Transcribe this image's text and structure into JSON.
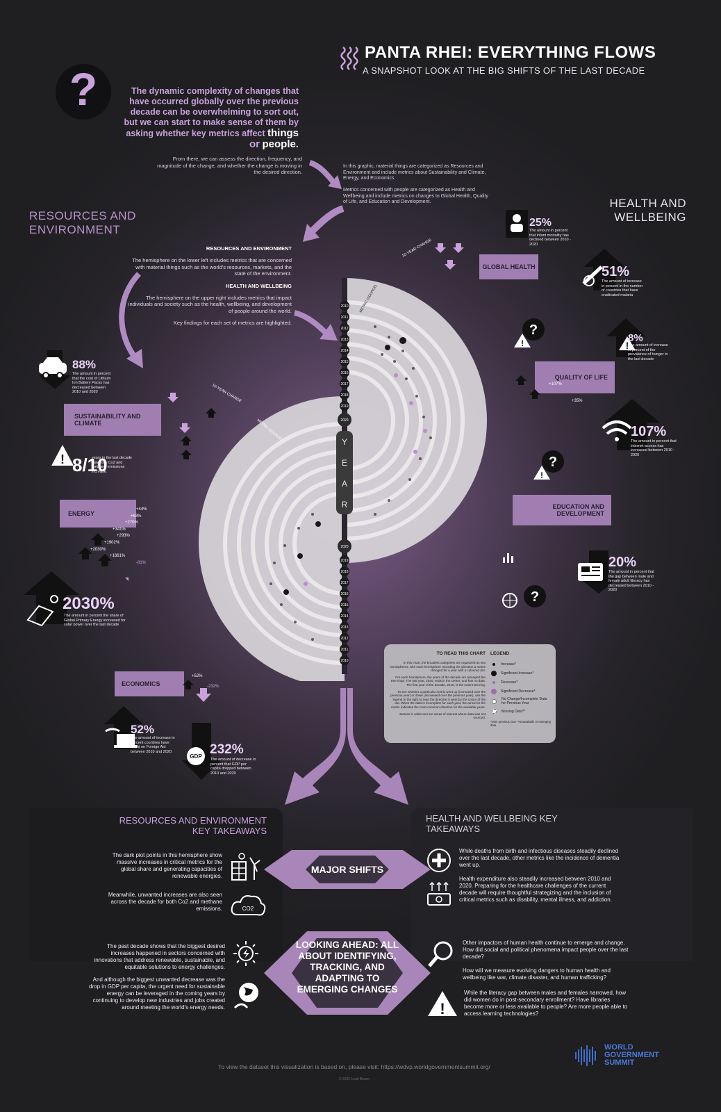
{
  "header": {
    "title": "PANTA RHEI: EVERYTHING FLOWS",
    "subtitle": "A SNAPSHOT LOOK AT THE BIG SHIFTS OF THE LAST DECADE"
  },
  "intro": {
    "lead": "The dynamic complexity of changes that have occurred globally over the previous decade can be overwhelming to sort out, but we can start to make sense of them by asking whether key metrics affect",
    "things": "things",
    "or": "or",
    "people": "people",
    "period": ".",
    "assess": "From there, we can assess the direction, frequency, and magnitude of the change, and whether the change is moving in the desired direction.",
    "things_def": "In this graphic, material things are categorized as Resources and Environment and include metrics about Sustainability and Climate, Energy, and Economics.",
    "people_def": "Metrics concerned with people are categorized as Health and Wellbeing and include metrics on changes to Global Health, Quality of Life, and Education and Development."
  },
  "hemispheres": {
    "left_title": "RESOURCES AND ENVIRONMENT",
    "right_title": "HEALTH AND WELLBEING",
    "re_heading": "RESOURCES AND ENVIRONMENT",
    "re_text": "The hemisphere on the lower left includes metrics that are concerned with material things such as the world's resources, markets, and the state of the environment.",
    "hw_heading": "HEALTH AND WELLBEING",
    "hw_text": "The hemisphere on the upper right includes metrics that impact individuals and society such as the health, wellbeing, and development of people around the world.",
    "key_findings": "Key findings for each set of metrics are highlighted."
  },
  "categories": {
    "global_health": "GLOBAL HEALTH",
    "quality_of_life": "QUALITY OF LIFE",
    "education": "EDUCATION AND DEVELOPMENT",
    "sustainability": "SUSTAINABILITY AND CLIMATE",
    "energy": "ENERGY",
    "economics": "ECONOMICS"
  },
  "chart_labels": {
    "ten_year_change": "10-YEAR CHANGE",
    "metric_source": "METRIC (SOURCE)",
    "year_letters": [
      "Y",
      "E",
      "A",
      "R"
    ]
  },
  "years_top": [
    "2010",
    "2011",
    "2012",
    "2013",
    "2014",
    "2015",
    "2016",
    "2017",
    "2018",
    "2019",
    "2020"
  ],
  "years_bottom": [
    "2020",
    "2019",
    "2018",
    "2017",
    "2016",
    "2015",
    "2014",
    "2013",
    "2012",
    "2011",
    "2010"
  ],
  "change_labels_energy": [
    "+44%",
    "+63%",
    "+270%",
    "+341%",
    "+293%",
    "+1902%",
    "+2030%",
    "+1661%",
    "-81%"
  ],
  "change_labels_qol": [
    "+107%",
    "+35%"
  ],
  "change_labels_econ": [
    "+52%",
    "-232%"
  ],
  "stats": {
    "infant": {
      "pct": "25%",
      "caption": "The amount in percent that infant mortality has declined between 2010 - 2020"
    },
    "malaria": {
      "pct": "51%",
      "caption": "The amount of increase in percent in the number of countries that have eradicated malaria"
    },
    "hunger": {
      "pct": "8%",
      "caption": "The amount of increase in percent of the prevalence of hunger in the last decade"
    },
    "internet": {
      "pct": "107%",
      "caption": "The amount in percent that internet access has increased between 2010 - 2020"
    },
    "literacy": {
      "pct": "20%",
      "caption": "The amount in percent that the gap between male and female adult literacy has decreased between 2010 - 2020"
    },
    "battery": {
      "pct": "88%",
      "caption": "The amount in percent that the cost of Lithium Ion Battery Packs has decreased between 2010 and 2020"
    },
    "emissions": {
      "pct": "8/10",
      "caption": "years in the last decade saw both Co2 and methane emissions increase."
    },
    "solar": {
      "pct": "2030%",
      "caption": "The amount in percent the share of Global Primary Energy increased for solar power over the last decade"
    },
    "fdi": {
      "pct": "52%",
      "caption": "The amount of increase in percent countries have spent on Foreign Aid between 2010 and 2020"
    },
    "gdp": {
      "pct": "232%",
      "caption": "The amount of decrease in percent that GDP per capita dropped between 2010 and 2020"
    },
    "gdp_icon_text": "GDP"
  },
  "legend": {
    "how_title": "TO READ THIS CHART",
    "how_p1": "In this chart, the broadest categories are organized as two hemispheres, with each hemisphere recording the direction a metric changed for a year with a coloured dot.",
    "how_p2": "For each hemisphere, the years of the decade are arranged like tree rings. The last year, 2020, ends in the center, and has no data. The first year of the decade, 2010, is the outermost ring.",
    "how_p3": "To see whether a particular metric went up (increased over the previous year) or down (decreased over the previous year), use the legend to the right to read the direction it went by the colour of the dot. When the data is incomplete for each year, the arrow for the metric indicates the most common direction for the available years.",
    "how_p4": "Metrics in white text are areas of interest where data was not sourced.",
    "legend_title": "LEGEND",
    "items": [
      "Increase*",
      "Significant Increase*",
      "Decrease*",
      "Significant Decrease*",
      "No Change/Incomplete Data for Previous Year",
      "Missing Data**"
    ],
    "footnote": "*Over previous year  **Unavailable or emerging data"
  },
  "takeaways": {
    "re_title": "RESOURCES AND ENVIRONMENT KEY TAKEAWAYS",
    "hw_title": "HEALTH AND WELLBEING KEY TAKEAWAYS",
    "major_shifts": "MAJOR SHIFTS",
    "looking_ahead": "LOOKING AHEAD: ALL ABOUT IDENTIFYING, TRACKING, AND ADAPTING TO EMERGING CHANGES",
    "re_1": "The dark plot points in this hemisphere show massive increases in critical metrics for the global share and generating capacities of renewable energies.",
    "re_2": "Meanwhile, unwanted increases are also seen across the decade for both Co2 and methane emissions.",
    "re_3": "The past decade shows that the biggest desired increases happened in sectors concerned with innovations that address renewable, sustainable, and equitable solutions to energy challenges.",
    "re_4": "And although the biggest unwanted decrease was the drop in GDP per capita, the urgent need for sustainable energy can be leveraged in the coming years by continuing to develop new industries and jobs created around meeting the world's energy needs.",
    "hw_1": "While deaths from birth and infectious diseases steadily declined over the last decade, other metrics like the incidence of dementia went up.",
    "hw_2": "Health expenditure also steadily increased between 2010 and 2020. Preparing for the healthcare challenges of the current decade will require thoughtful strategizing and the inclusion of critical metrics such as disability, mental illness, and addiction.",
    "hw_3": "Other impactors of human health continue to emerge and change. How did social and political phenomena impact people over the last decade?",
    "hw_4": "How will we measure evolving dangers to human health and wellbeing like war, climate disaster, and human trafficking?",
    "hw_5": "While the literacy gap between males and females narrowed, how did women do in post-secondary enrollment? Have libraries become more or less available to people? Are more people able to access learning technologies?",
    "co2": "CO2"
  },
  "footer": {
    "dataset": "To view the dataset this visualization is based on, please visit: https://wdvp.worldgovernmentsummit.org/",
    "copyright": "© 2022 Leah Brown",
    "logo": "WORLD GOVERNMENT SUMMIT"
  },
  "colors": {
    "accent": "#c9a2dc",
    "tab": "#a07eb2",
    "dark": "#141316",
    "disc": "#d9d6da"
  }
}
